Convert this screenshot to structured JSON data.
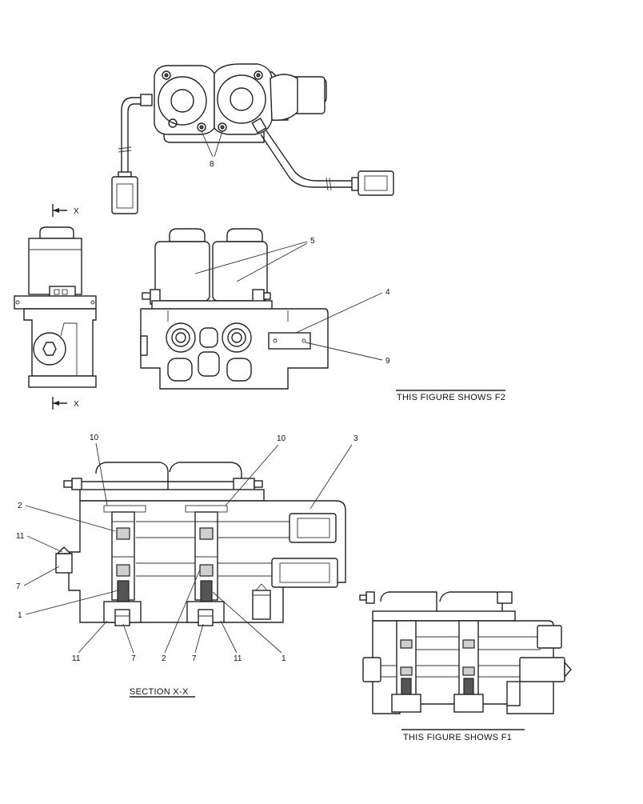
{
  "callouts": {
    "c1": "1",
    "c2": "2",
    "c3": "3",
    "c4": "4",
    "c5": "5",
    "c7": "7",
    "c8": "8",
    "c9": "9",
    "c10": "10",
    "c11": "11"
  },
  "section_markers": {
    "x": "X"
  },
  "captions": {
    "figure_f2": "THIS FIGURE SHOWS  F2",
    "figure_f1": "THIS FIGURE SHOWS  F1",
    "section": "SECTION  X-X"
  }
}
